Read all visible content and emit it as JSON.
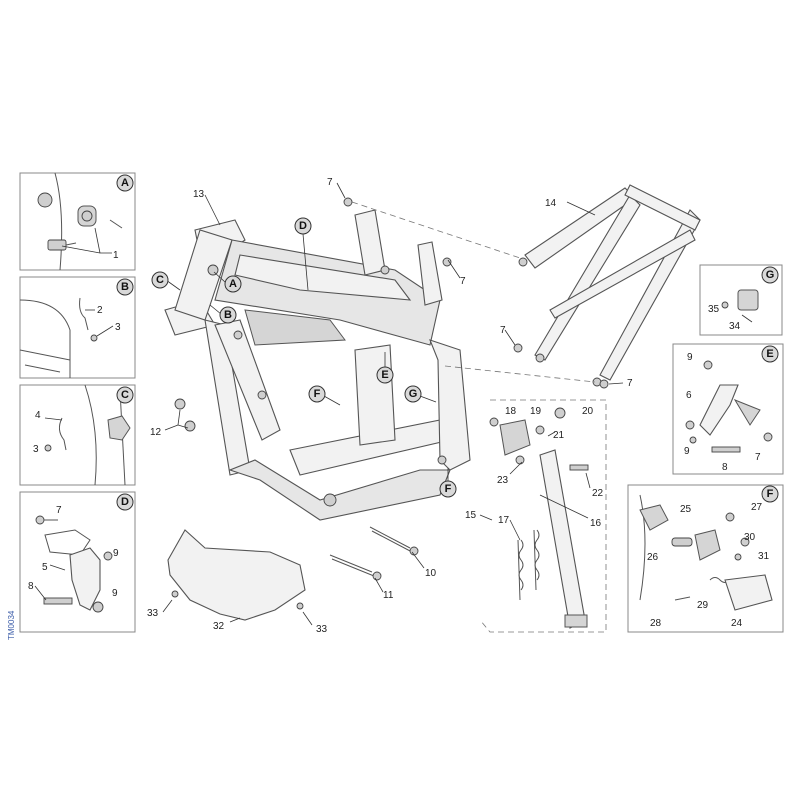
{
  "callouts": {
    "letters": [
      "A",
      "B",
      "C",
      "D",
      "E",
      "F",
      "G"
    ],
    "numbers": [
      "1",
      "2",
      "3",
      "4",
      "5",
      "6",
      "7",
      "8",
      "9",
      "10",
      "11",
      "12",
      "13",
      "14",
      "15",
      "16",
      "17",
      "18",
      "19",
      "20",
      "21",
      "22",
      "23",
      "24",
      "25",
      "26",
      "27",
      "28",
      "29",
      "30",
      "31",
      "32",
      "33",
      "34",
      "35"
    ]
  },
  "drawing_code": "TM0034"
}
